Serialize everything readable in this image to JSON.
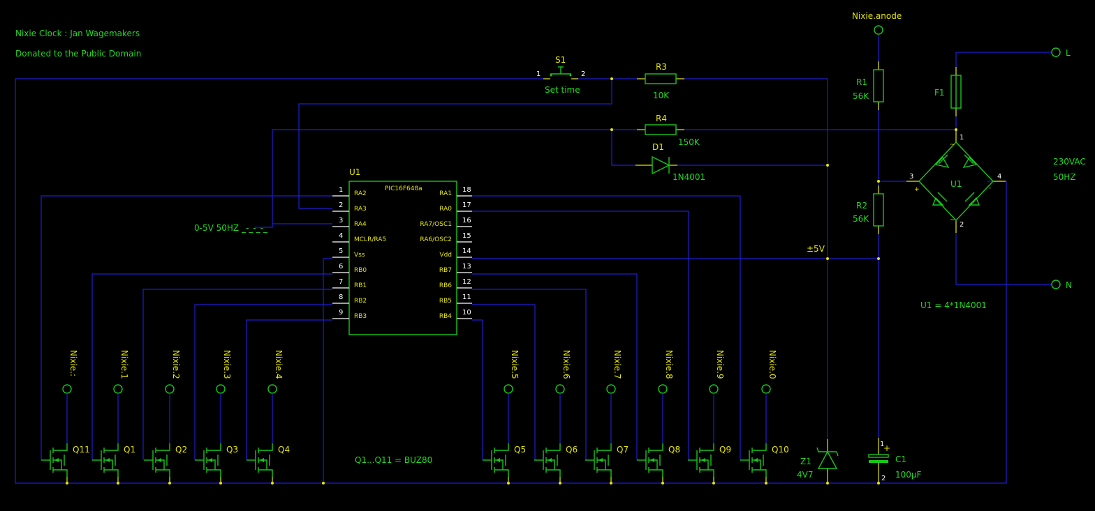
{
  "colors": {
    "background": "#000000",
    "wire": "#1e1ed2",
    "component": "#18c818",
    "label": "#20d820",
    "pin": "#e6e600",
    "pin_number": "#ffffff"
  },
  "notes": {
    "title": "Nixie Clock : Jan Wagemakers",
    "license": "Donated to the Public Domain",
    "ac_input": [
      "230VAC",
      "50HZ"
    ],
    "bridge_note": "U1 = 4*1N4001",
    "fet_note": "Q1...Q11 = BUZ80",
    "signal_label": "0-5V 50HZ _-_-_-_",
    "supply_label": "±5V"
  },
  "terminals": {
    "anode": "Nixie.anode",
    "line": "L",
    "neutral": "N",
    "nixie_left": [
      "Nixie.:",
      "Nixie.1",
      "Nixie.2",
      "Nixie.3",
      "Nixie.4"
    ],
    "nixie_right": [
      "Nixie.5",
      "Nixie.6",
      "Nixie.7",
      "Nixie.8",
      "Nixie.9",
      "Nixie.0"
    ]
  },
  "components": {
    "S1": {
      "ref": "S1",
      "value": "Set time",
      "pins": [
        "1",
        "2"
      ]
    },
    "R3": {
      "ref": "R3",
      "value": "10K"
    },
    "R4": {
      "ref": "R4",
      "value": "150K"
    },
    "D1": {
      "ref": "D1",
      "value": "1N4001"
    },
    "R1": {
      "ref": "R1",
      "value": "56K"
    },
    "R2": {
      "ref": "R2",
      "value": "56K"
    },
    "F1": {
      "ref": "F1"
    },
    "Z1": {
      "ref": "Z1",
      "value": "4V7"
    },
    "C1": {
      "ref": "C1",
      "value": "100µF",
      "pins": [
        "1",
        "2"
      ],
      "polarity": "+"
    },
    "bridge": {
      "ref": "U1",
      "pins": [
        "1",
        "2",
        "3",
        "4"
      ],
      "marks": [
        "~",
        "~",
        "+",
        "-"
      ]
    },
    "fets_left": [
      "Q11",
      "Q1",
      "Q2",
      "Q3",
      "Q4"
    ],
    "fets_right": [
      "Q5",
      "Q6",
      "Q7",
      "Q8",
      "Q9",
      "Q10"
    ]
  },
  "ic": {
    "ref": "U1",
    "part": "PIC16F648a",
    "left_pins": [
      {
        "num": "1",
        "name": "RA2"
      },
      {
        "num": "2",
        "name": "RA3"
      },
      {
        "num": "3",
        "name": "RA4"
      },
      {
        "num": "4",
        "name": "MCLR/RA5"
      },
      {
        "num": "5",
        "name": "Vss"
      },
      {
        "num": "6",
        "name": "RB0"
      },
      {
        "num": "7",
        "name": "RB1"
      },
      {
        "num": "8",
        "name": "RB2"
      },
      {
        "num": "9",
        "name": "RB3"
      }
    ],
    "right_pins": [
      {
        "num": "18",
        "name": "RA1"
      },
      {
        "num": "17",
        "name": "RA0"
      },
      {
        "num": "16",
        "name": "RA7/OSC1"
      },
      {
        "num": "15",
        "name": "RA6/OSC2"
      },
      {
        "num": "14",
        "name": "Vdd"
      },
      {
        "num": "13",
        "name": "RB7"
      },
      {
        "num": "12",
        "name": "RB6"
      },
      {
        "num": "11",
        "name": "RB5"
      },
      {
        "num": "10",
        "name": "RB4"
      }
    ]
  }
}
